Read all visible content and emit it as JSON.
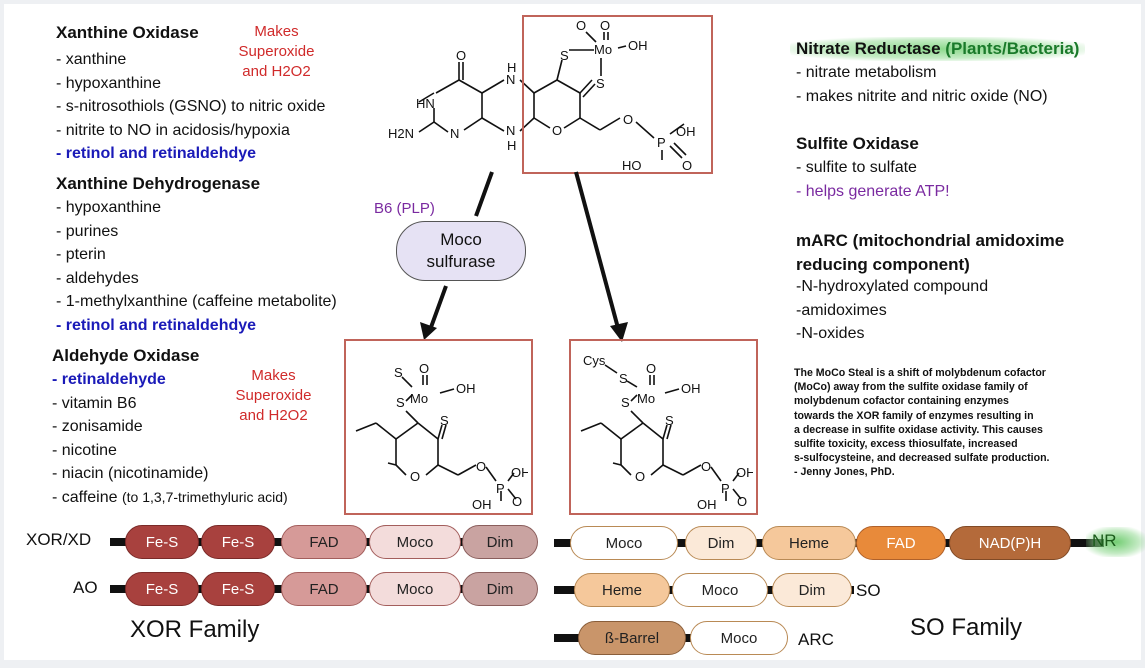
{
  "left_column": {
    "xo": {
      "title": "Xanthine Oxidase",
      "items": [
        "- xanthine",
        "- hypoxanthine",
        "- s-nitrosothiols (GSNO) to nitric oxide",
        "- nitrite to NO in acidosis/hypoxia"
      ],
      "blue_item": "- retinol and retinaldehdye",
      "note": [
        "Makes",
        "Superoxide",
        "and H2O2"
      ]
    },
    "xdh": {
      "title": "Xanthine Dehydrogenase",
      "items": [
        "- hypoxanthine",
        "- purines",
        "- pterin",
        "- aldehydes",
        "- 1-methylxanthine (caffeine metabolite)"
      ],
      "blue_item": "- retinol and retinaldehdye"
    },
    "ao": {
      "title": "Aldehyde Oxidase",
      "blue_item": "- retinaldehyde",
      "items": [
        "- vitamin B6",
        "- zonisamide",
        "- nicotine",
        "- niacin (nicotinamide)"
      ],
      "caffeine": "- caffeine",
      "caffeine_small": "(to 1,3,7-trimethyluric acid)",
      "note": [
        "Makes",
        "Superoxide",
        "and H2O2"
      ]
    }
  },
  "right_column": {
    "nr": {
      "title": "Nitrate Reductase",
      "title_suffix": "(Plants/Bacteria)",
      "items": [
        "- nitrate metabolism",
        "- makes nitrite and nitric oxide (NO)"
      ]
    },
    "so": {
      "title": "Sulfite Oxidase",
      "items": [
        "- sulfite to sulfate"
      ],
      "purple_item": "- helps generate ATP!"
    },
    "marc": {
      "title_line1": "mARC (mitochondrial amidoxime",
      "title_line2": "reducing component)",
      "items": [
        "-N-hydroxylated compound",
        "-amidoximes",
        "-N-oxides"
      ]
    },
    "note": [
      "The MoCo Steal is a shift of molybdenum cofactor",
      "(MoCo) away from the sulfite oxidase family of",
      "molybdenum cofactor containing enzymes",
      "towards the XOR family of enzymes resulting in",
      "a decrease in sulfite oxidase activity. This causes",
      "sulfite toxicity, excess thiosulfate, increased",
      "s-sulfocysteine, and decreased sulfate production.",
      "- Jenny Jones, PhD."
    ]
  },
  "center": {
    "b6_label": "B6 (PLP)",
    "sulfurase_line1": "Moco",
    "sulfurase_line2": "sulfurase"
  },
  "chem_labels": {
    "o": "O",
    "oh": "OH",
    "s": "S",
    "mo": "Mo",
    "hn": "HN",
    "h2n": "H2N",
    "n": "N",
    "h": "H",
    "p": "P",
    "ho": "HO",
    "cys": "Cys"
  },
  "domains": {
    "xor_label": "XOR/XD",
    "ao_label": "AO",
    "xor_row": [
      "Fe-S",
      "Fe-S",
      "FAD",
      "Moco",
      "Dim"
    ],
    "ao_row": [
      "Fe-S",
      "Fe-S",
      "FAD",
      "Moco",
      "Dim"
    ],
    "nr_row": [
      "Moco",
      "Dim",
      "Heme",
      "FAD",
      "NAD(P)H"
    ],
    "nr_label": "NR",
    "so_row": [
      "Heme",
      "Moco",
      "Dim"
    ],
    "so_label": "SO",
    "arc_row": [
      "ß-Barrel",
      "Moco"
    ],
    "arc_label": "ARC",
    "xor_family": "XOR Family",
    "so_family": "SO Family",
    "colors": {
      "fes": "#a8413e",
      "fad_xor": "#d69a98",
      "moco_xor": "#f3dcdb",
      "dim_xor": "#c9a3a1",
      "heme": "#f5c89b",
      "fad_so": "#e88a3a",
      "nadph": "#b46a3a",
      "barrel": "#c9956a",
      "white": "#ffffff",
      "dim_so": "#fbe9d8",
      "outline_so": "#b98a55"
    }
  }
}
